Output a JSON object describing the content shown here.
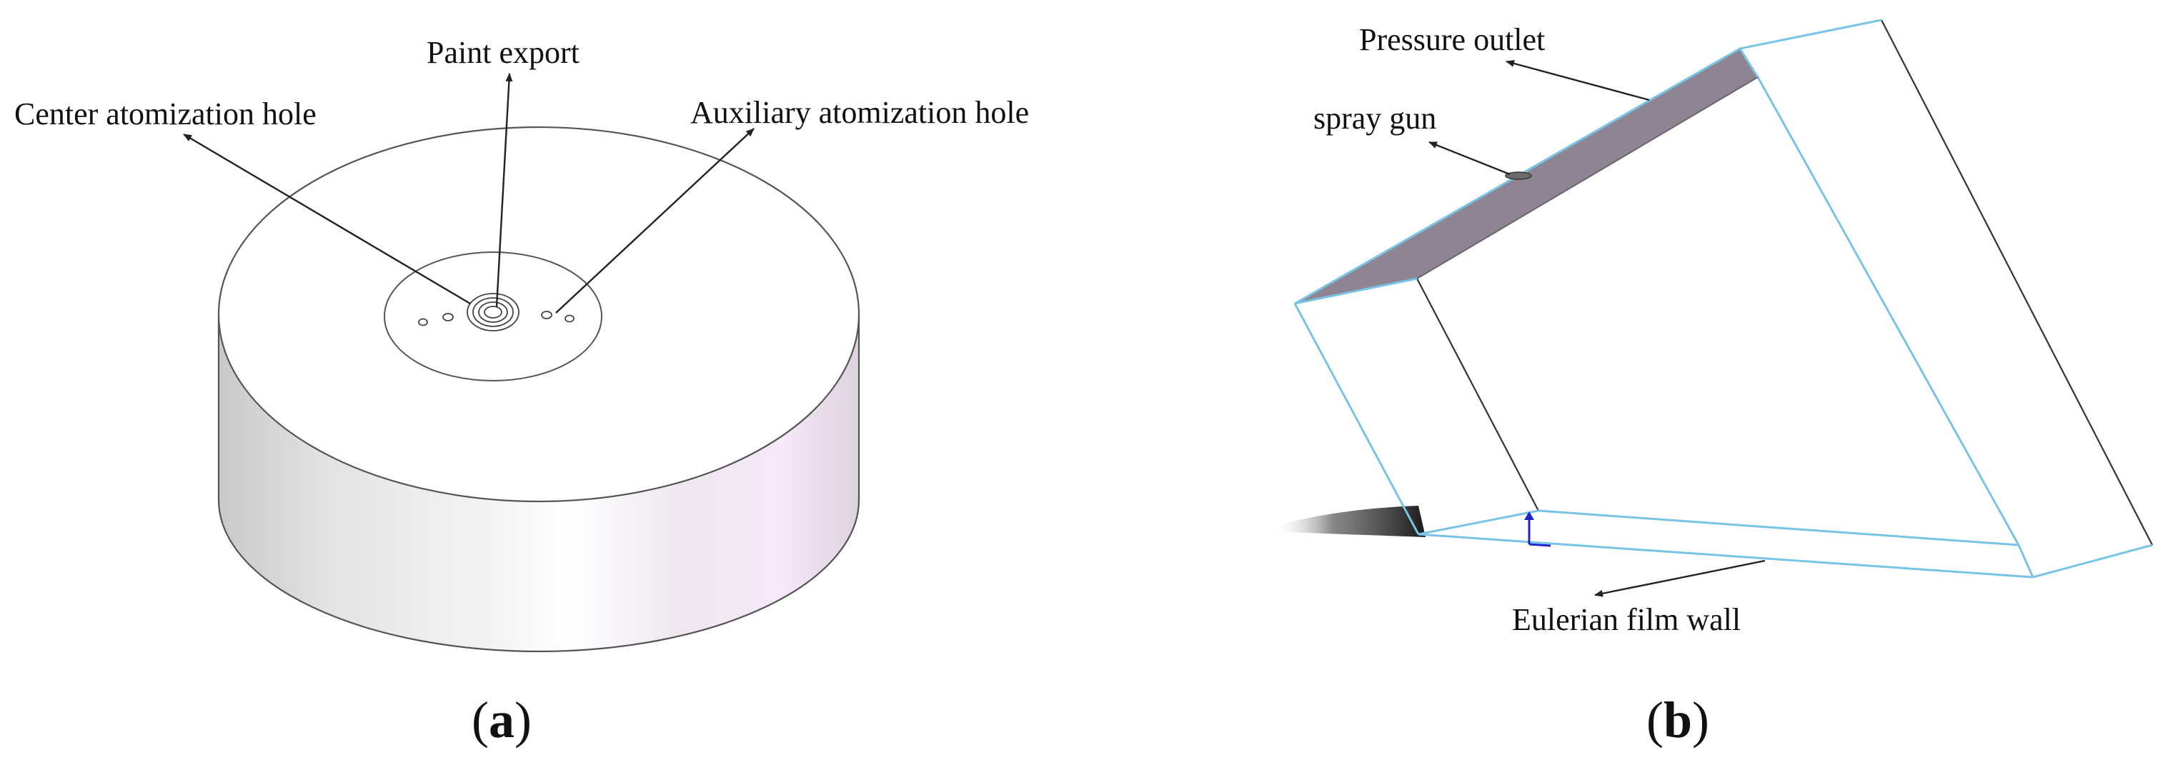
{
  "panel_a": {
    "labels": {
      "center_hole": "Center atomization hole",
      "paint_export": "Paint export",
      "auxiliary_hole": "Auxiliary atomization hole"
    },
    "caption": {
      "open": "(",
      "letter": "a",
      "close": ")"
    }
  },
  "panel_b": {
    "labels": {
      "pressure_outlet": "Pressure outlet",
      "spray_gun": "spray gun",
      "film_wall": "Eulerian film wall"
    },
    "caption": {
      "open": "(",
      "letter": "b",
      "close": ")"
    }
  },
  "colors": {
    "outlet_face": "#8f8592",
    "domain_edges": "#78c4e6",
    "cylinder_side_tint": "#f5e6f7"
  }
}
